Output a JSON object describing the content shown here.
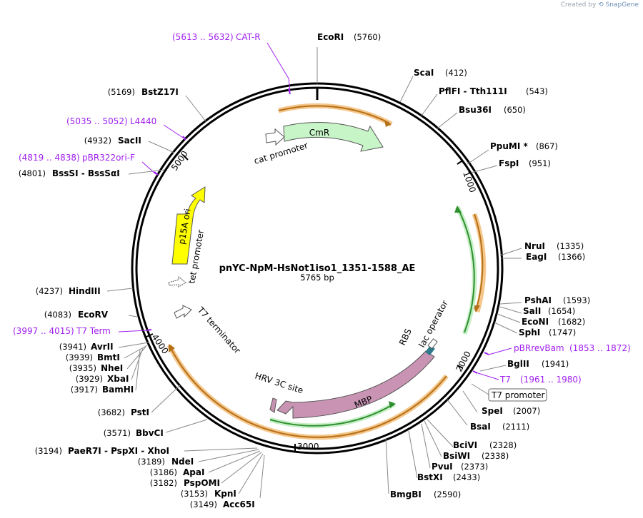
{
  "credit": {
    "prefix": "Created by",
    "brand": "SnapGene"
  },
  "plasmid": {
    "name": "pnYC-NpM-HsNot1iso1_1351-1588_AE",
    "length_label": "5765 bp"
  },
  "ticks": [
    "1000",
    "2000",
    "3000",
    "4000",
    "5000"
  ],
  "sites_right": [
    {
      "name": "EcoRI",
      "pos": "(5760)"
    },
    {
      "name": "ScaI",
      "pos": "(412)"
    },
    {
      "name": "PflFI  -  Tth111I",
      "pos": "(543)"
    },
    {
      "name": "Bsu36I",
      "pos": "(650)"
    },
    {
      "name": "PpuMI *",
      "pos": "(867)"
    },
    {
      "name": "FspI",
      "pos": "(951)"
    },
    {
      "name": "NruI",
      "pos": "(1335)"
    },
    {
      "name": "EagI",
      "pos": "(1366)"
    },
    {
      "name": "PshAI",
      "pos": "(1593)"
    },
    {
      "name": "SalI",
      "pos": "(1654)"
    },
    {
      "name": "EcoNI",
      "pos": "(1682)"
    },
    {
      "name": "SphI",
      "pos": "(1747)"
    },
    {
      "name": "BglII",
      "pos": "(1941)"
    },
    {
      "name": "SpeI",
      "pos": "(2007)"
    },
    {
      "name": "BsaI",
      "pos": "(2111)"
    },
    {
      "name": "BciVI",
      "pos": "(2328)"
    },
    {
      "name": "BsiWI",
      "pos": "(2338)"
    },
    {
      "name": "PvuI",
      "pos": "(2373)"
    },
    {
      "name": "BstXI",
      "pos": "(2433)"
    },
    {
      "name": "BmgBI",
      "pos": "(2590)"
    }
  ],
  "sites_left": [
    {
      "pos": "(5169)",
      "name": "BstZ17I"
    },
    {
      "pos": "(4932)",
      "name": "SacII"
    },
    {
      "pos": "(4801)",
      "name": "BssSI  -  BssSαI"
    },
    {
      "pos": "(4237)",
      "name": "HindIII"
    },
    {
      "pos": "(4083)",
      "name": "EcoRV"
    },
    {
      "pos": "(3941)",
      "name": "AvrII"
    },
    {
      "pos": "(3939)",
      "name": "BmtI"
    },
    {
      "pos": "(3935)",
      "name": "NheI"
    },
    {
      "pos": "(3929)",
      "name": "XbaI"
    },
    {
      "pos": "(3917)",
      "name": "BamHI"
    },
    {
      "pos": "(3682)",
      "name": "PstI"
    },
    {
      "pos": "(3571)",
      "name": "BbvCI"
    },
    {
      "pos": "(3194)",
      "name": "PaeR7I  -  PspXI  -  XhoI"
    },
    {
      "pos": "(3189)",
      "name": "NdeI"
    },
    {
      "pos": "(3186)",
      "name": "ApaI"
    },
    {
      "pos": "(3182)",
      "name": "PspOMI"
    },
    {
      "pos": "(3153)",
      "name": "KpnI"
    },
    {
      "pos": "(3149)",
      "name": "Acc65I"
    }
  ],
  "primers": [
    {
      "range": "(5613 .. 5632)",
      "name": "CAT-R"
    },
    {
      "range": "(5035 .. 5052)",
      "name": "L4440"
    },
    {
      "range": "(4819 .. 4838)",
      "name": "pBR322ori-F"
    },
    {
      "range": "(3997 .. 4015)",
      "name": "T7 Term"
    },
    {
      "name": "pBRrevBam",
      "range": "(1853 .. 1872)"
    },
    {
      "name": "T7",
      "range": "(1961 .. 1980)"
    }
  ],
  "features": {
    "cmr": "CmR",
    "cat_promoter": "cat promoter",
    "p15a_ori": "p15A ori",
    "tet_promoter": "tet promoter",
    "t7_terminator": "T7 terminator",
    "hrv_site": "HRV 3C site",
    "mbp": "MBP",
    "rbs": "RBS",
    "lac_operator": "lac operator",
    "t7_promoter": "T7 promoter"
  },
  "colors": {
    "cmr": "#c8f5c8",
    "mbp": "#c994b4",
    "p15a": "#ffff00",
    "orange_orf": "#f0a030",
    "green_orf": "#40a040",
    "primer": "#a020f0"
  }
}
